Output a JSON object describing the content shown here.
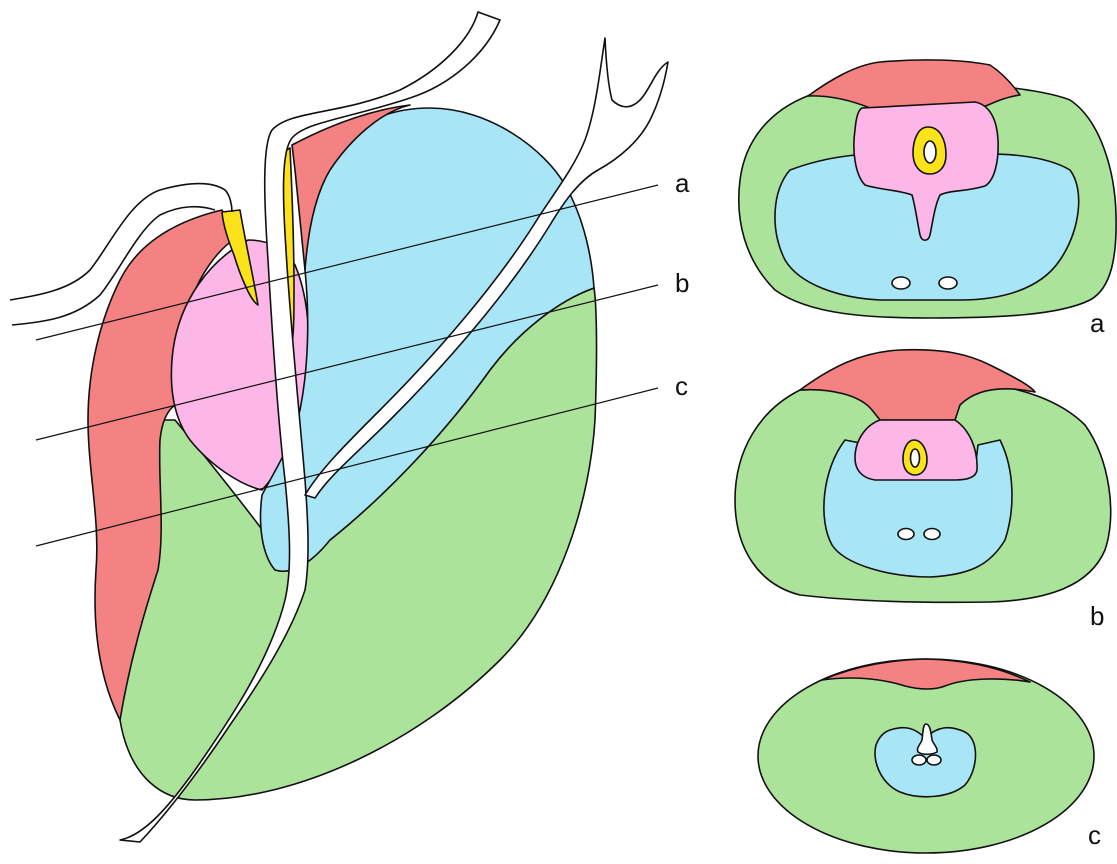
{
  "colors": {
    "red": "#f58282",
    "blue": "#a8e6f7",
    "green": "#ace39a",
    "pink": "#fcb6e8",
    "yellow": "#fbe21b",
    "outline": "#111111",
    "background": "#ffffff"
  },
  "sagittal_plane_labels": [
    "a",
    "b",
    "c"
  ],
  "cross_sections": [
    {
      "label": "a"
    },
    {
      "label": "b"
    },
    {
      "label": "c"
    }
  ]
}
